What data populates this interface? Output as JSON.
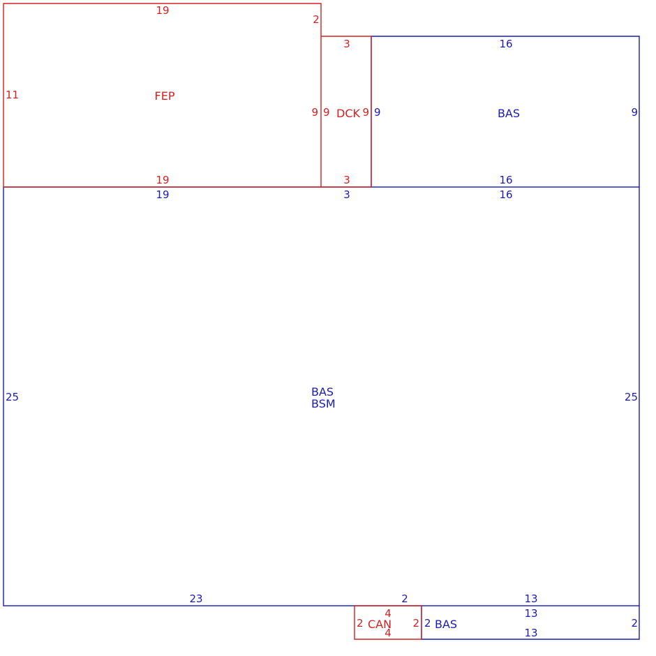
{
  "colors": {
    "red": "#d42020",
    "blue": "#1a1ab4",
    "background": "#ffffff"
  },
  "areas": {
    "fep": {
      "code": "FEP",
      "dims": {
        "top": "19",
        "bottom": "19",
        "left": "11",
        "right": "9",
        "notch": "2"
      }
    },
    "dck": {
      "code": "DCK",
      "dims": {
        "top": "3",
        "bottom": "3",
        "left": "9",
        "right": "9"
      }
    },
    "bas_upper": {
      "code": "BAS",
      "dims": {
        "top": "16",
        "bottom": "16",
        "left": "9",
        "right": "9"
      }
    },
    "main": {
      "codes": [
        "BAS",
        "BSM"
      ],
      "dims": {
        "top_left": "19",
        "top_mid": "3",
        "top_right": "16",
        "left": "25",
        "right": "25",
        "bottom_left": "23",
        "bottom_mid": "2",
        "bottom_right": "13"
      }
    },
    "can": {
      "code": "CAN",
      "dims": {
        "top": "4",
        "bottom": "4",
        "left": "2",
        "right": "2"
      }
    },
    "bas_lower": {
      "code": "BAS",
      "dims": {
        "top": "13",
        "bottom": "13",
        "left": "2",
        "right": "2"
      }
    }
  }
}
